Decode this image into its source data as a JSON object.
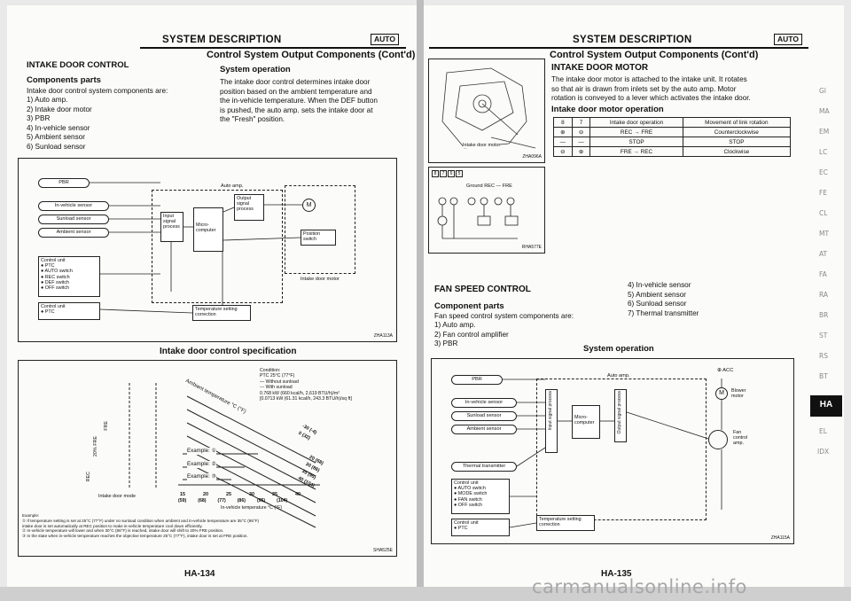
{
  "left": {
    "header": "SYSTEM DESCRIPTION",
    "auto_tag": "AUTO",
    "section_title": "Control System Output Components (Cont'd)",
    "subsection": "INTAKE DOOR CONTROL",
    "components_heading": "Components parts",
    "components_intro": "Intake door control system components are:",
    "components": [
      "1) Auto amp.",
      "2) Intake door motor",
      "3) PBR",
      "4) In-vehicle sensor",
      "5) Ambient sensor",
      "6) Sunload sensor"
    ],
    "operation_heading": "System operation",
    "operation_text": [
      "The intake door control determines intake door",
      "position based on the ambient temperature and",
      "the in-vehicle temperature. When the DEF button",
      "is pushed, the auto amp. sets the intake door at",
      "the \"Fresh\" position."
    ],
    "diagram": {
      "pbr": "PBR",
      "auto_amp": "Auto amp.",
      "in_vehicle": "In-vehicle sensor",
      "sunload": "Sunload sensor",
      "ambient": "Ambient sensor",
      "input_process": [
        "Input",
        "signal",
        "process"
      ],
      "micro": [
        "Micro-",
        "computer"
      ],
      "output": [
        "Output",
        "signal",
        "process"
      ],
      "motor": "M",
      "position_switch": [
        "Position",
        "switch"
      ],
      "intake_motor": "Intake door motor",
      "control_unit_title": "Control unit",
      "control_unit_items": [
        "PTC",
        "AUTO switch",
        "REC switch",
        "DEF switch",
        "OFF switch"
      ],
      "control_unit2_title": "Control unit",
      "control_unit2_items": [
        "PTC"
      ],
      "temp_setting": [
        "Temperature setting",
        "correction"
      ],
      "code": "ZHA113A"
    },
    "spec_title": "Intake door control specification",
    "spec": {
      "condition": [
        "Condition:",
        "PTC 25°C (77°F)",
        "— Without sunload",
        "--- With sunload",
        "0.768 kW (660 kcal/h, 2,619 BTU/h)/m²",
        "[0.0713 kW (61.31 kcal/h, 243.3 BTU/h)/sq ft]"
      ],
      "diag_label": "Ambient temperature °C (°F)",
      "temps": [
        "-30 (-4)",
        "0 (32)",
        "20 (68)",
        "30 (86)",
        "35 (95)",
        "40 (104)"
      ],
      "examples": [
        "Example: ①",
        "Example: ②",
        "Example: ③"
      ],
      "y_labels": [
        "FRE",
        "20% FRE",
        "REC"
      ],
      "door_mode": "Intake door mode",
      "x_ticks": [
        "15",
        "20",
        "25",
        "30",
        "35",
        "40"
      ],
      "x_ticks_f": [
        "(59)",
        "(68)",
        "(77)",
        "(86)",
        "(95)",
        "(104)"
      ],
      "x_label": "In-vehicle temperature °C (°F)",
      "notes": [
        "Example:",
        "① If temperature setting is set at 25°C (77°F) under no sunload condition when ambient and in-vehicle temperature are 35°C (95°F)",
        "   intake door is set automatically at REC position to make in-vehicle temperature cool down efficiently.",
        "② In-vehicle temperature will lower and when 30°C (86°F) is reached, intake door will shift to 20% FRE position.",
        "③ In the state when in-vehicle temperature reaches the objective temperature 25°C (77°F), intake door is set at FRE position."
      ],
      "code": "SHA525E"
    },
    "page_number": "HA-134"
  },
  "right": {
    "header": "SYSTEM DESCRIPTION",
    "auto_tag": "AUTO",
    "section_title": "Control System Output Components (Cont'd)",
    "subsection": "INTAKE DOOR MOTOR",
    "text": [
      "The intake door motor is attached to the intake unit. It rotates",
      "so that air is drawn from inlets set by the auto amp. Motor",
      "rotation is conveyed to a lever which activates the intake door."
    ],
    "op_heading": "Intake door motor operation",
    "illus_label": "Intake door motor",
    "illus_code": "ZHA096A",
    "connector_nums": [
      "8",
      "7",
      "6",
      "5"
    ],
    "ground_label": "Ground  REC — FRE",
    "circuit_code": "RHA577E",
    "table": {
      "headers": [
        "8",
        "7",
        "Intake door operation",
        "Movement of link rotation"
      ],
      "rows": [
        [
          "⊕",
          "⊖",
          "REC → FRE",
          "Counterclockwise"
        ],
        [
          "—",
          "—",
          "STOP",
          "STOP"
        ],
        [
          "⊖",
          "⊕",
          "FRE → REC",
          "Clockwise"
        ]
      ]
    },
    "fan_title": "FAN SPEED CONTROL",
    "fan_components_heading": "Component parts",
    "fan_intro": "Fan speed control system components are:",
    "fan_list_a": [
      "1) Auto amp.",
      "2) Fan control amplifier",
      "3) PBR"
    ],
    "fan_list_b": [
      "4) In-vehicle sensor",
      "5) Ambient sensor",
      "6) Sunload sensor",
      "7) Thermal transmitter"
    ],
    "sysop": "System operation",
    "diagram": {
      "pbr": "PBR",
      "auto_amp": "Auto amp.",
      "acc": "ACC",
      "blower": [
        "Blower",
        "motor"
      ],
      "motor": "M",
      "in_vehicle": "In-vehicle sensor",
      "sunload": "Sunload sensor",
      "ambient": "Ambient sensor",
      "thermal": "Thermal transmitter",
      "input_proc": "Input signal process",
      "micro": [
        "Micro-",
        "computer"
      ],
      "output_proc": "Output signal process",
      "fan_amp": [
        "Fan",
        "control",
        "amp."
      ],
      "control_unit_title": "Control unit",
      "control_unit_items": [
        "AUTO switch",
        "MODE switch",
        "FAN switch",
        "OFF switch"
      ],
      "control_unit2_title": "Control unit",
      "control_unit2_items": [
        "PTC"
      ],
      "temp_setting": [
        "Temperature setting",
        "correction"
      ],
      "code": "ZHA115A"
    },
    "page_number": "HA-135",
    "section_tabs": [
      "GI",
      "MA",
      "EM",
      "LC",
      "EC",
      "FE",
      "CL",
      "MT",
      "AT",
      "FA",
      "RA",
      "BR",
      "ST",
      "RS",
      "BT",
      "HA",
      "EL",
      "IDX"
    ],
    "active_tab": "HA"
  },
  "watermark": "carmanualsonline.info",
  "colors": {
    "ink": "#111111",
    "paper": "#fbfbf9",
    "tab_active": "#111111"
  }
}
